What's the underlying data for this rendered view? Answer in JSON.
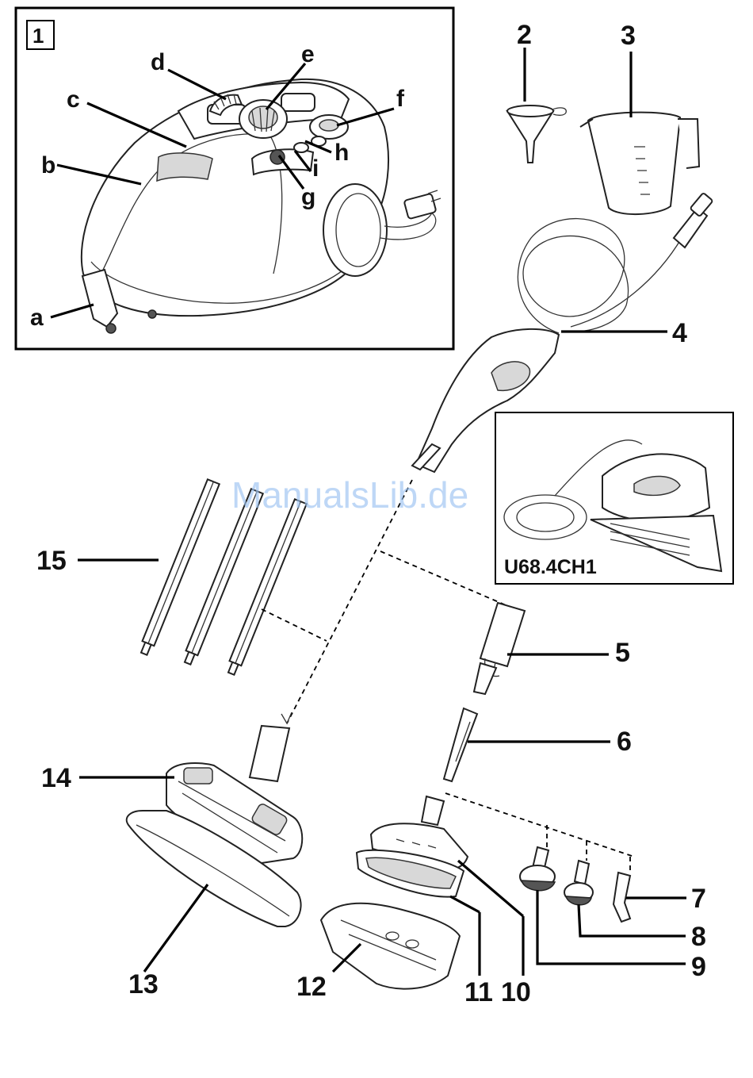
{
  "figure_label": "1",
  "watermark": "ManualsLib.de",
  "inset_model": "U68.4CH1",
  "unit_labels": [
    {
      "id": "a",
      "text": "a"
    },
    {
      "id": "b",
      "text": "b"
    },
    {
      "id": "c",
      "text": "c"
    },
    {
      "id": "d",
      "text": "d"
    },
    {
      "id": "e",
      "text": "e"
    },
    {
      "id": "f",
      "text": "f"
    },
    {
      "id": "g",
      "text": "g"
    },
    {
      "id": "h",
      "text": "h"
    },
    {
      "id": "i",
      "text": "i"
    }
  ],
  "part_labels": [
    {
      "id": "2",
      "text": "2"
    },
    {
      "id": "3",
      "text": "3"
    },
    {
      "id": "4",
      "text": "4"
    },
    {
      "id": "5",
      "text": "5"
    },
    {
      "id": "6",
      "text": "6"
    },
    {
      "id": "7",
      "text": "7"
    },
    {
      "id": "8",
      "text": "8"
    },
    {
      "id": "9",
      "text": "9"
    },
    {
      "id": "10",
      "text": "10"
    },
    {
      "id": "11",
      "text": "11"
    },
    {
      "id": "12",
      "text": "12"
    },
    {
      "id": "13",
      "text": "13"
    },
    {
      "id": "14",
      "text": "14"
    },
    {
      "id": "15",
      "text": "15"
    }
  ]
}
